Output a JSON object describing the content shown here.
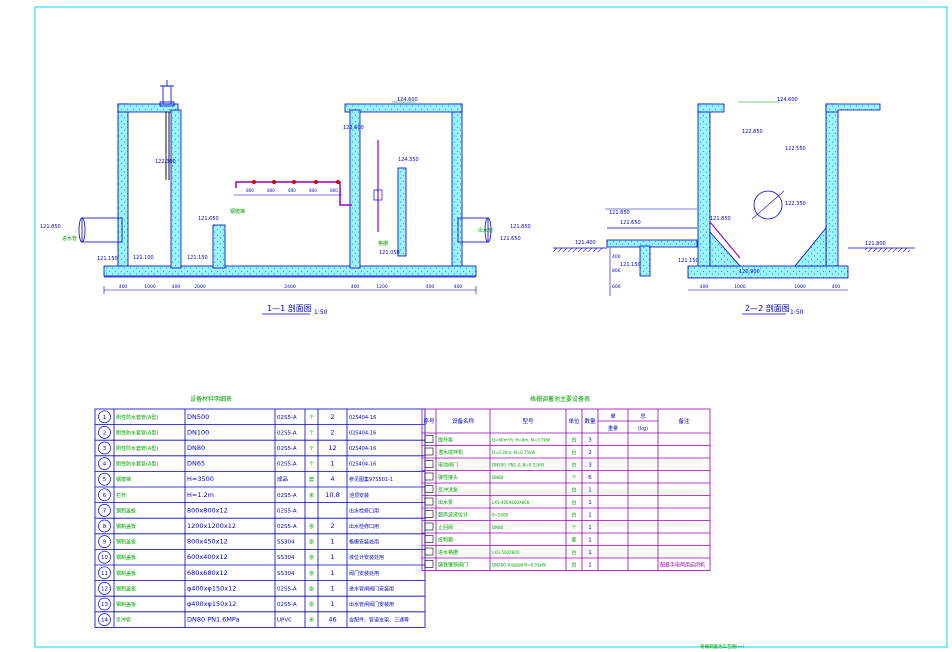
{
  "sections": {
    "s1": {
      "title": "1—1 剖面图",
      "scale": "1:50"
    },
    "s2": {
      "title": "2—2 剖面图",
      "scale": "1:50"
    }
  },
  "left_table": {
    "title": "设备材料明细表",
    "rows": [
      {
        "no": "1",
        "name": "刚性防水套管(A型)",
        "spec": "DN500",
        "std": "02S5-A",
        "unit": "个",
        "qty": "2",
        "note": "02S404-16"
      },
      {
        "no": "2",
        "name": "刚性防水套管(A型)",
        "spec": "DN100",
        "std": "02S5-A",
        "unit": "个",
        "qty": "2",
        "note": "02S404-16"
      },
      {
        "no": "3",
        "name": "刚性防水套管(A型)",
        "spec": "DN80",
        "std": "02S5-A",
        "unit": "个",
        "qty": "12",
        "note": "02S404-16"
      },
      {
        "no": "4",
        "name": "刚性防水套管(A型)",
        "spec": "DN65",
        "std": "02S5-A",
        "unit": "个",
        "qty": "1",
        "note": "02S404-16"
      },
      {
        "no": "5",
        "name": "钢爬梯",
        "spec": "H=3500",
        "std": "成品",
        "unit": "套",
        "qty": "4",
        "note": "参见图集97S501-1"
      },
      {
        "no": "6",
        "name": "栏杆",
        "spec": "H=1.2m",
        "std": "02S5-A",
        "unit": "米",
        "qty": "10.8",
        "note": "池顶安装"
      },
      {
        "no": "7",
        "name": "钢制盖板",
        "spec": "800x800x12",
        "std": "02S5-A",
        "unit": "",
        "qty": "",
        "note": "出水检修口用"
      },
      {
        "no": "8",
        "name": "钢制盖板",
        "spec": "1200x1200x12",
        "std": "02S5-A",
        "unit": "张",
        "qty": "2",
        "note": "出水检修口用"
      },
      {
        "no": "9",
        "name": "钢制盖板",
        "spec": "800x450x12",
        "std": "SS304",
        "unit": "张",
        "qty": "1",
        "note": "格栅安装处用"
      },
      {
        "no": "10",
        "name": "钢制盖板",
        "spec": "600x400x12",
        "std": "SS304",
        "unit": "张",
        "qty": "1",
        "note": "液位计安装处用"
      },
      {
        "no": "11",
        "name": "钢制盖板",
        "spec": "680x680x12",
        "std": "SS304",
        "unit": "张",
        "qty": "1",
        "note": "阀门安装处用"
      },
      {
        "no": "12",
        "name": "钢制盖板",
        "spec": "φ400xφ150x12",
        "std": "02S5-A",
        "unit": "张",
        "qty": "1",
        "note": "进水管闸阀门安装用"
      },
      {
        "no": "13",
        "name": "钢制盖板",
        "spec": "φ400xφ150x12",
        "std": "02S5-A",
        "unit": "张",
        "qty": "1",
        "note": "出水管闸阀门安装用"
      },
      {
        "no": "14",
        "name": "反冲管",
        "spec": "DN80 PN1.6MPa",
        "std": "UPVC",
        "unit": "米",
        "qty": "46",
        "note": "含配件、管道支架、三通等"
      }
    ]
  },
  "right_table": {
    "title": "格栅调蓄池主要设备表",
    "headers": {
      "no": "序号",
      "name": "设备名称",
      "model": "型号",
      "unit": "单位",
      "qty": "数量",
      "single": "单",
      "total": "总",
      "note": "备注"
    },
    "subheaders": {
      "single": "重量",
      "total": "(kg)"
    },
    "rows": [
      {
        "no": "1",
        "name": "提升泵",
        "model": "Q=60m³/h, H=8m, N=3.7kW",
        "unit": "台",
        "qty": "3",
        "note": ""
      },
      {
        "no": "2",
        "name": "潜水搅拌机",
        "model": "D=0.26m, N=0.75kW",
        "unit": "台",
        "qty": "2",
        "note": ""
      },
      {
        "no": "3",
        "name": "电动闸门",
        "model": "DN500, PN1.0, N=0.55kW",
        "unit": "台",
        "qty": "3",
        "note": ""
      },
      {
        "no": "4",
        "name": "弹性接头",
        "model": "DN80",
        "unit": "个",
        "qty": "6",
        "note": ""
      },
      {
        "no": "5",
        "name": "反冲洗泵",
        "model": "",
        "unit": "台",
        "qty": "1",
        "note": ""
      },
      {
        "no": "6",
        "name": "出水泵",
        "model": "LXS-400X600X800",
        "unit": "台",
        "qty": "1",
        "note": ""
      },
      {
        "no": "7",
        "name": "超声波液位计",
        "model": "0~5000",
        "unit": "台",
        "qty": "1",
        "note": ""
      },
      {
        "no": "8",
        "name": "止回阀",
        "model": "DN80",
        "unit": "个",
        "qty": "1",
        "note": ""
      },
      {
        "no": "9",
        "name": "控制箱",
        "model": "",
        "unit": "套",
        "qty": "1",
        "note": ""
      },
      {
        "no": "10",
        "name": "进水格栅",
        "model": "LXG-500X800",
        "unit": "台",
        "qty": "1",
        "note": ""
      },
      {
        "no": "11",
        "name": "铸铁镶铜闸门",
        "model": "DN500 手动启闭 N=0.55kW",
        "unit": "台",
        "qty": "1",
        "note": "配套手电两用启闭机"
      }
    ]
  },
  "s1_labels": {
    "elev_top": "124.600",
    "elev_in": "121.850",
    "elev_in_b": "121.850",
    "elev_bottom_l": "121.150",
    "elev_bottom_l2": "121.100",
    "elev_bottom_m": "121.150",
    "elev_weir": "121.650",
    "elev_mid": "122.300",
    "elev_right1": "122.600",
    "elev_right2": "124.350",
    "elev_out": "121.650",
    "elev_btm_r": "121.050",
    "in_pipe": "进水管",
    "out_pipe": "出水管",
    "screen": "格栅",
    "ladder": "钢爬梯",
    "dims_bottom": [
      "400",
      "1000",
      "400",
      "2000",
      "2400",
      "400",
      "1200",
      "400",
      "400"
    ],
    "dims_pipe": [
      "800",
      "800",
      "800",
      "800",
      "800"
    ]
  },
  "s2_labels": {
    "elev_top": "124.600",
    "elev_water": "122.850",
    "elev_work": "122.550",
    "elev_pipe": "122.350",
    "elev_in": "121.850",
    "elev_ground_l": "121.400",
    "elev_ground_r": "121.800",
    "elev_bot1": "121.150",
    "elev_bot2": "120.900",
    "elev_bot3": "121.150",
    "elev_pipe2": "121.850",
    "elev_pipe3": "121.650",
    "dims_bottom": [
      "400",
      "1000",
      "1000",
      "400"
    ],
    "dims_left": [
      "400",
      "800",
      "600"
    ]
  },
  "footer_note": "格栅调蓄池工艺图(一)",
  "colors": {
    "concrete": "#00e0ff",
    "lines": "#0000cc",
    "table": "#9e00b8",
    "dims": "#0000cc",
    "labels": "#00a000",
    "frame": "#00d8e8"
  }
}
